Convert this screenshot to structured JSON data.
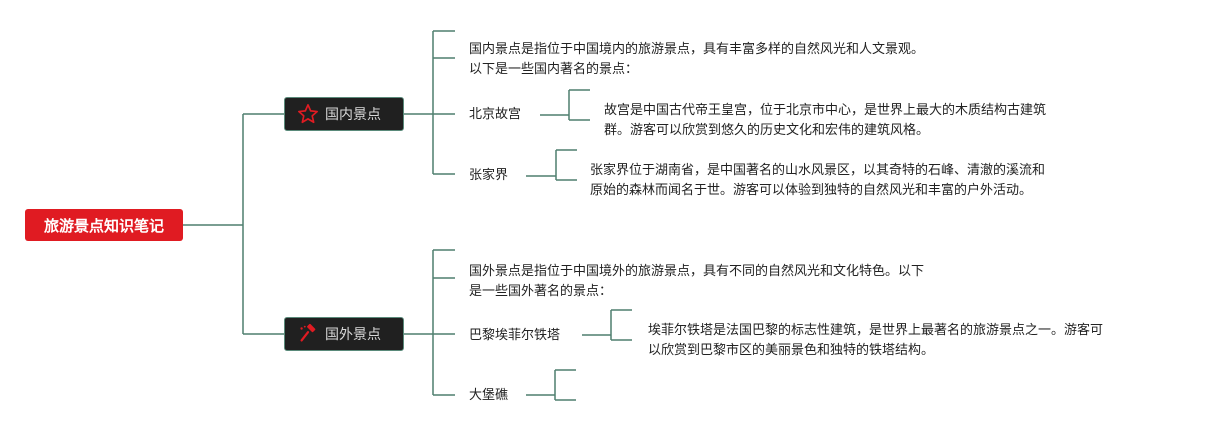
{
  "root": {
    "title": "旅游景点知识笔记"
  },
  "domestic": {
    "title": "国内景点",
    "icon": "star-icon",
    "intro_line1": "国内景点是指位于中国境内的旅游景点，具有丰富多样的自然风光和人文景观。",
    "intro_line2": "以下是一些国内著名的景点：",
    "items": [
      {
        "name": "北京故宫",
        "desc_line1": "故宫是中国古代帝王皇宫，位于北京市中心，是世界上最大的木质结构古建筑",
        "desc_line2": "群。游客可以欣赏到悠久的历史文化和宏伟的建筑风格。"
      },
      {
        "name": "张家界",
        "desc_line1": "张家界位于湖南省，是中国著名的山水风景区，以其奇特的石峰、清澈的溪流和",
        "desc_line2": "原始的森林而闻名于世。游客可以体验到独特的自然风光和丰富的户外活动。"
      }
    ]
  },
  "foreign": {
    "title": "国外景点",
    "icon": "hammer-icon",
    "intro_line1": "国外景点是指位于中国境外的旅游景点，具有不同的自然风光和文化特色。以下",
    "intro_line2": "是一些国外著名的景点：",
    "items": [
      {
        "name": "巴黎埃菲尔铁塔",
        "desc_line1": "埃菲尔铁塔是法国巴黎的标志性建筑，是世界上最著名的旅游景点之一。游客可",
        "desc_line2": "以欣赏到巴黎市区的美丽景色和独特的铁塔结构。"
      },
      {
        "name": "大堡礁",
        "desc_line1": "",
        "desc_line2": ""
      }
    ]
  },
  "colors": {
    "root_bg": "#e01b22",
    "topic_bg": "#202020",
    "line": "#4f7f6f",
    "icon_red": "#e01b22"
  }
}
